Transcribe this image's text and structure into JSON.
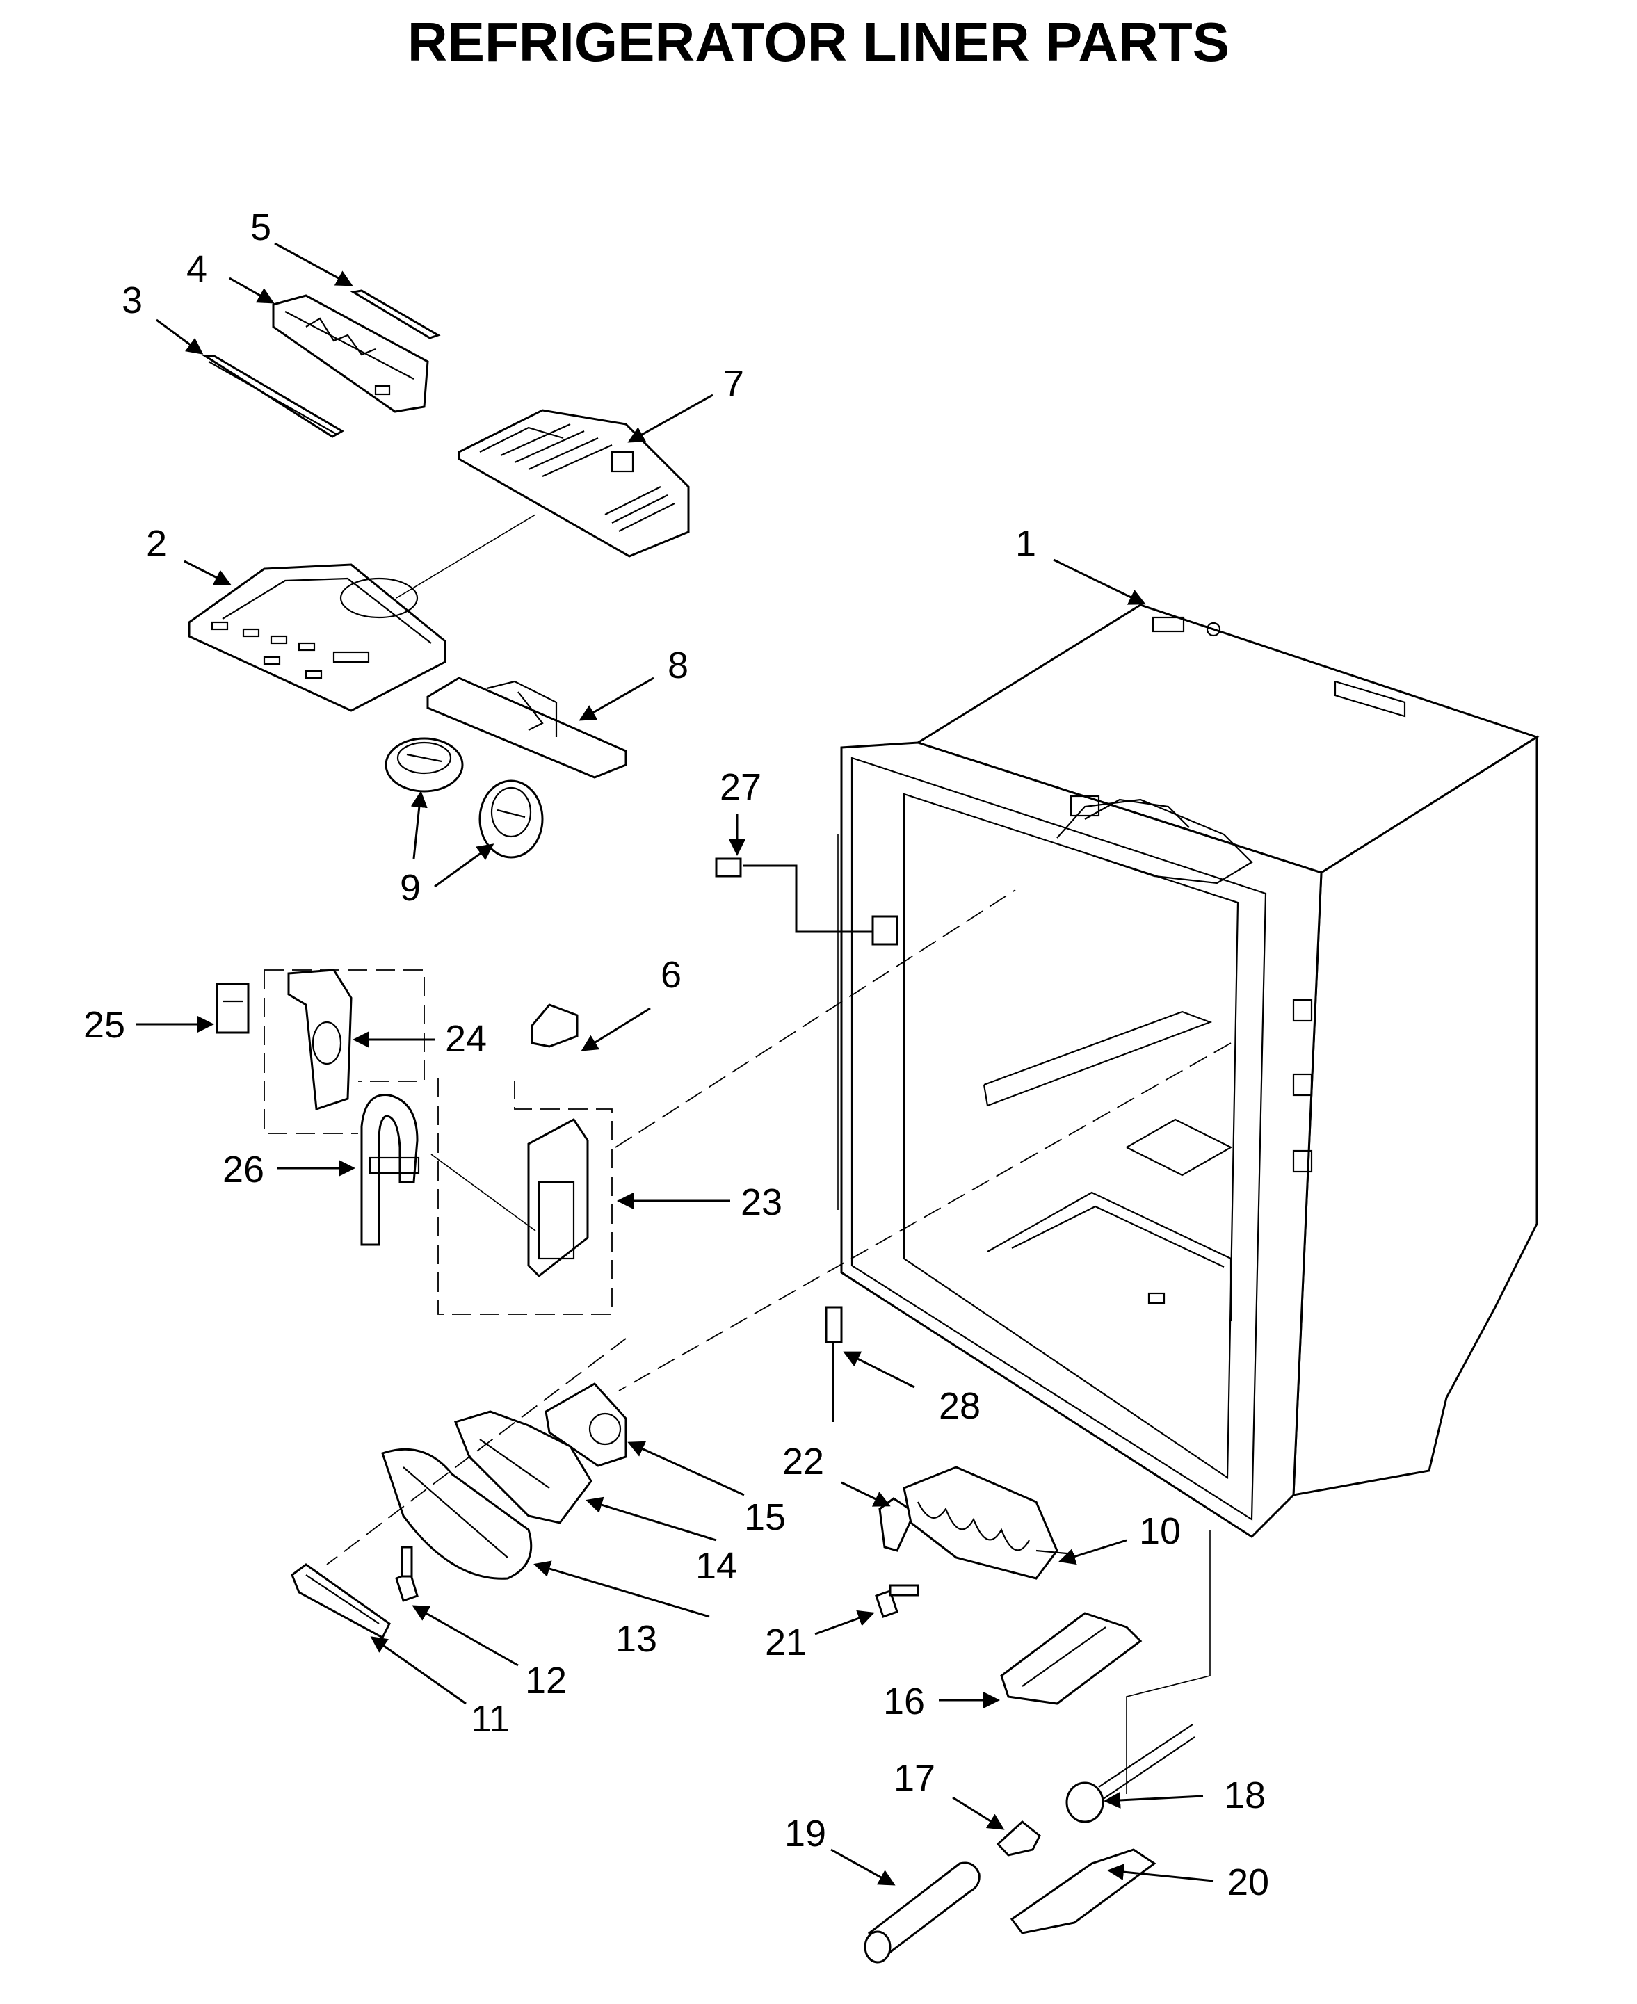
{
  "title": "REFRIGERATOR LINER PARTS",
  "colors": {
    "line": "#000000",
    "background": "#ffffff"
  },
  "callouts": {
    "c1": "1",
    "c2": "2",
    "c3": "3",
    "c4": "4",
    "c5": "5",
    "c6": "6",
    "c7": "7",
    "c8": "8",
    "c9": "9",
    "c10": "10",
    "c11": "11",
    "c12": "12",
    "c13": "13",
    "c14": "14",
    "c15": "15",
    "c16": "16",
    "c17": "17",
    "c18": "18",
    "c19": "19",
    "c20": "20",
    "c21": "21",
    "c22": "22",
    "c23": "23",
    "c24": "24",
    "c25": "25",
    "c26": "26",
    "c27": "27",
    "c28": "28"
  }
}
